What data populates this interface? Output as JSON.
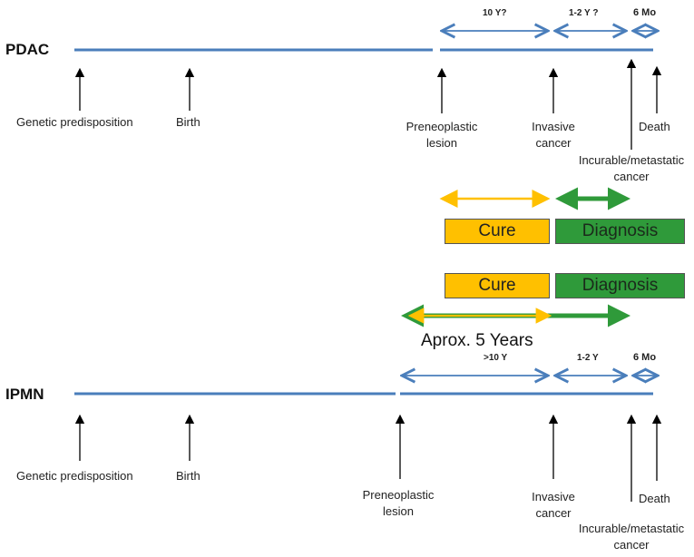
{
  "pdac": {
    "title": "PDAC",
    "labels": {
      "genetic": "Genetic predisposition",
      "birth": "Birth",
      "preneoplastic_1": "Preneoplastic",
      "preneoplastic_2": "lesion",
      "invasive_1": "Invasive",
      "invasive_2": "cancer",
      "incurable_1": "Incurable/metastatic",
      "incurable_2": "cancer",
      "death": "Death"
    },
    "durations": {
      "d1": "10 Y?",
      "d2": "1-2 Y ?",
      "d3": "6 Mo"
    }
  },
  "boxes": {
    "cure_top": "Cure",
    "diagnosis_top": "Diagnosis",
    "cure_bottom": "Cure",
    "diagnosis_bottom": "Diagnosis"
  },
  "approx": "Aprox. 5 Years",
  "ipmn": {
    "title": "IPMN",
    "labels": {
      "genetic": "Genetic predisposition",
      "birth": "Birth",
      "preneoplastic_1": "Preneoplastic",
      "preneoplastic_2": "lesion",
      "invasive_1": "Invasive",
      "invasive_2": "cancer",
      "incurable_1": "Incurable/metastatic",
      "incurable_2": "cancer",
      "death": "Death"
    },
    "durations": {
      "d1": ">10 Y",
      "d2": "1-2 Y",
      "d3": "6 Mo"
    }
  },
  "colors": {
    "timeline": "#4a7ebb",
    "cure": "#ffc000",
    "diagnosis": "#2f9a3a",
    "arrow": "#000000"
  }
}
